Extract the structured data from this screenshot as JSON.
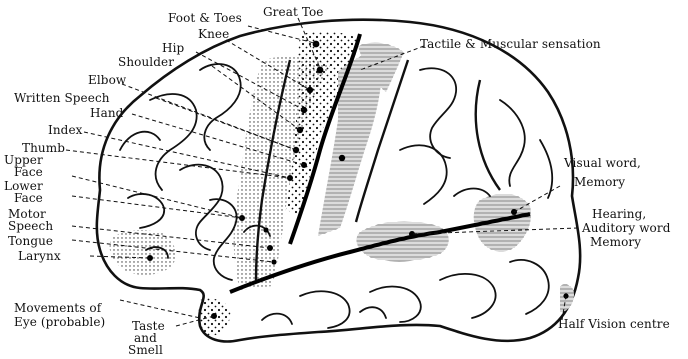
{
  "figure": {
    "labels": {
      "foot_toes": "Foot & Toes",
      "great_toe": "Great Toe",
      "knee": "Knee",
      "hip": "Hip",
      "shoulder": "Shoulder",
      "elbow": "Elbow",
      "written_speech": "Written Speech",
      "hand": "Hand",
      "index": "Index",
      "thumb": "Thumb",
      "upper_face_1": "Upper",
      "upper_face_2": "Face",
      "lower_face_1": "Lower",
      "lower_face_2": "Face",
      "motor_speech_1": "Motor",
      "motor_speech_2": "Speech",
      "tongue": "Tongue",
      "larynx": "Larynx",
      "eye_1": "Movements of",
      "eye_2": "Eye (probable)",
      "taste_1": "Taste",
      "taste_2": "and",
      "taste_3": "Smell",
      "tactile": "Tactile & Muscular sensation",
      "visual_1": "Visual word,",
      "visual_2": "Memory",
      "hearing_1": "Hearing,",
      "hearing_2": "Auditory word",
      "hearing_3": "Memory",
      "half_vision": "Half Vision centre"
    },
    "colors": {
      "ink": "#111111",
      "shade": "#9a9a9a",
      "paper": "#ffffff"
    }
  }
}
